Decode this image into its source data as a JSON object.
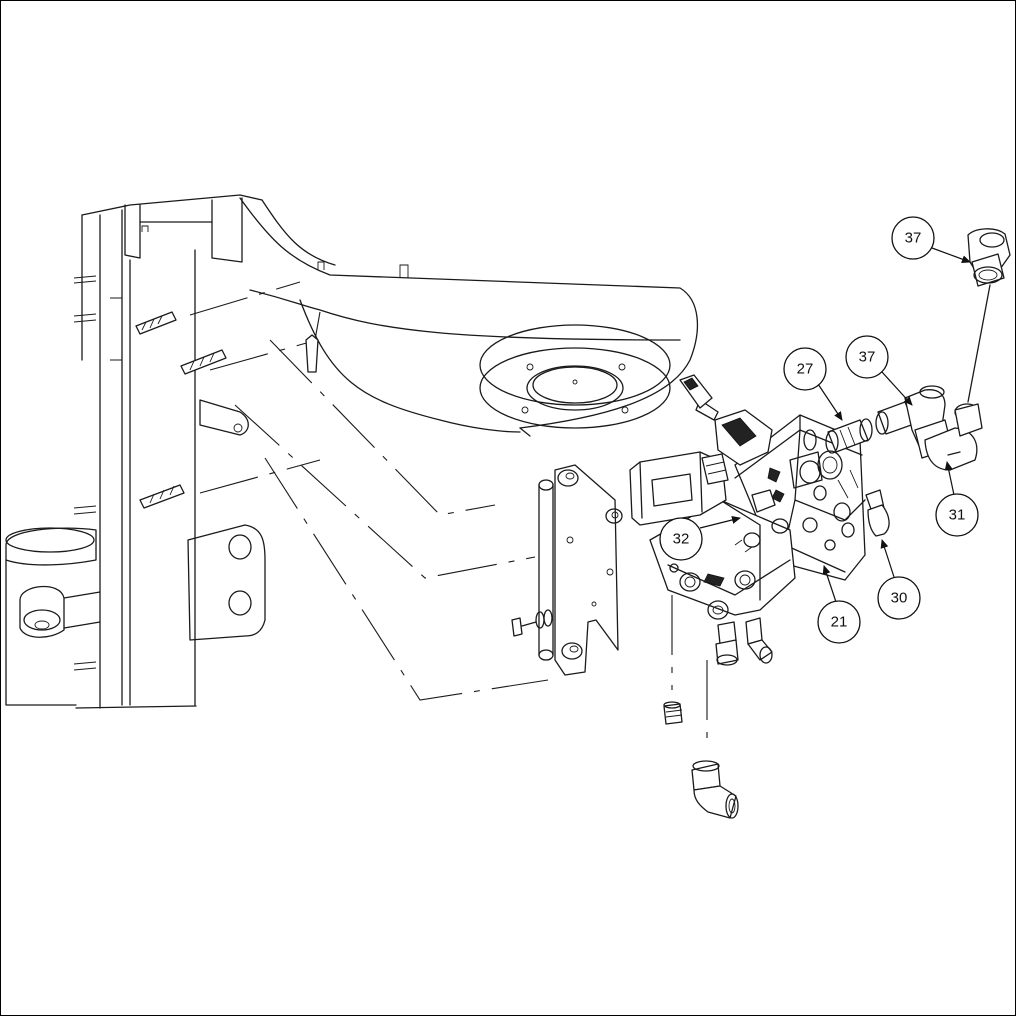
{
  "callouts": [
    {
      "label": "37"
    },
    {
      "label": "37"
    },
    {
      "label": "27"
    },
    {
      "label": "31"
    },
    {
      "label": "32"
    },
    {
      "label": "30"
    },
    {
      "label": "21"
    }
  ],
  "colors": {
    "stroke": "#1a1a1a",
    "background": "#ffffff"
  }
}
